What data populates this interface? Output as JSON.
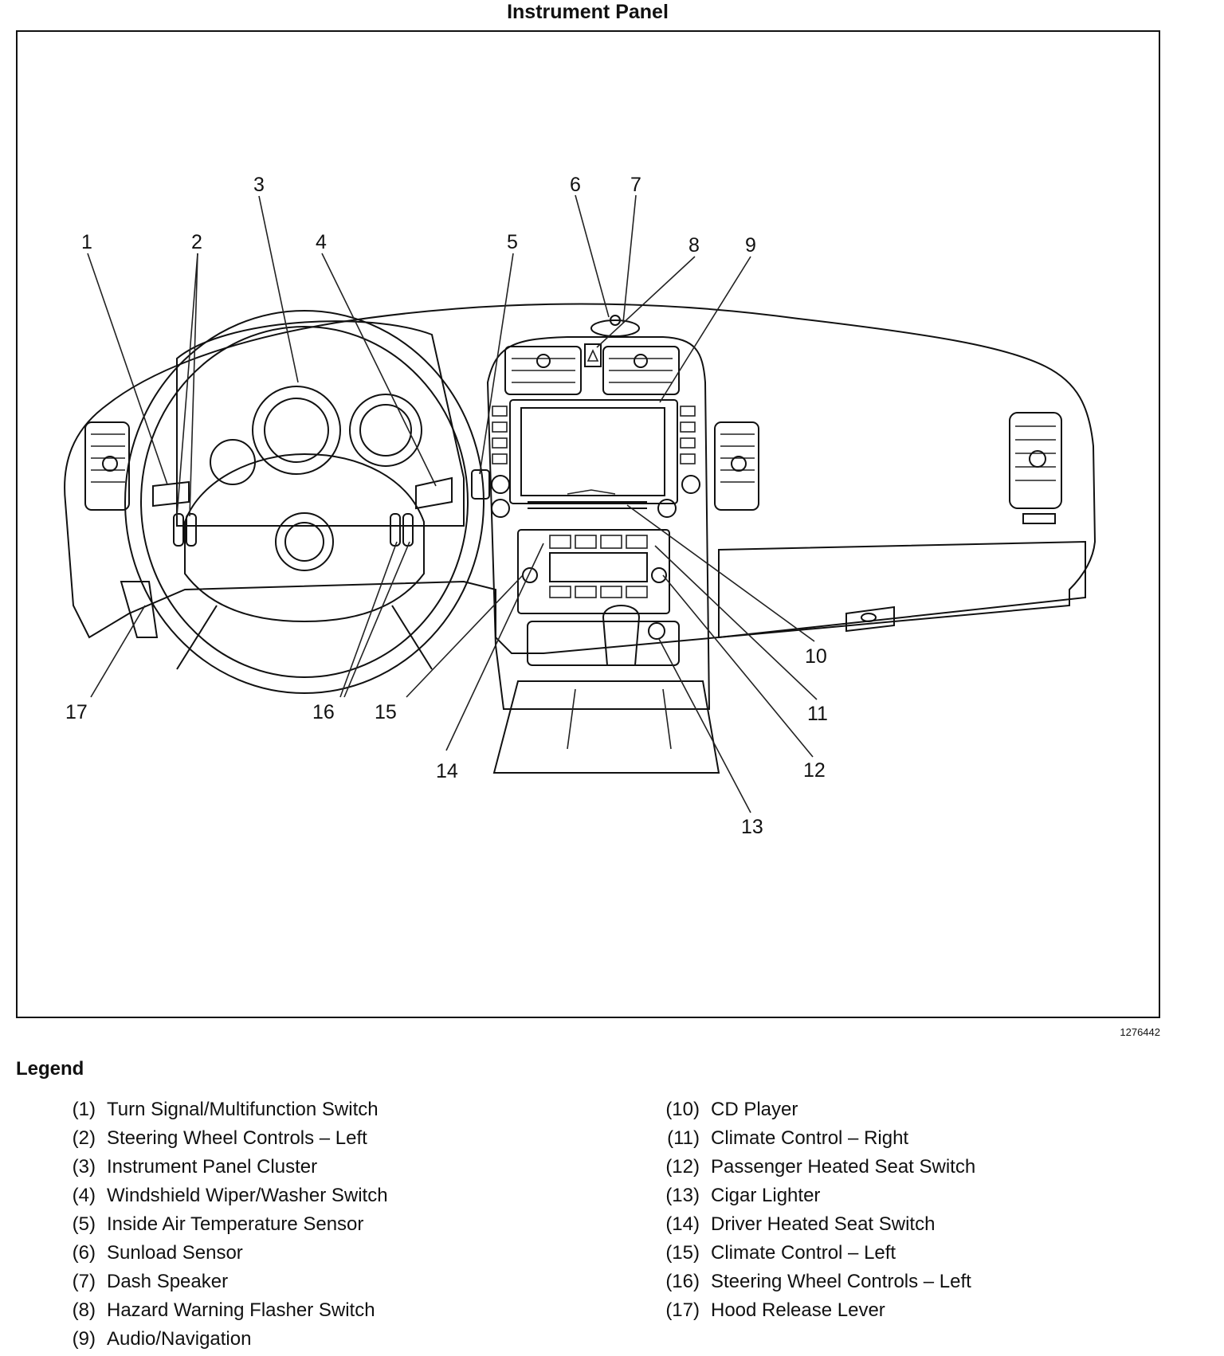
{
  "title": "Instrument Panel",
  "figure_id": "1276442",
  "legend_title": "Legend",
  "callouts": [
    "1",
    "2",
    "3",
    "4",
    "5",
    "6",
    "7",
    "8",
    "9",
    "10",
    "11",
    "12",
    "13",
    "14",
    "15",
    "16",
    "17"
  ],
  "legend": [
    {
      "num": "(1)",
      "label": "Turn Signal/Multifunction Switch"
    },
    {
      "num": "(2)",
      "label": "Steering Wheel Controls – Left"
    },
    {
      "num": "(3)",
      "label": "Instrument Panel Cluster"
    },
    {
      "num": "(4)",
      "label": "Windshield Wiper/Washer Switch"
    },
    {
      "num": "(5)",
      "label": "Inside Air Temperature Sensor"
    },
    {
      "num": "(6)",
      "label": "Sunload Sensor"
    },
    {
      "num": "(7)",
      "label": "Dash Speaker"
    },
    {
      "num": "(8)",
      "label": "Hazard Warning Flasher Switch"
    },
    {
      "num": "(9)",
      "label": "Audio/Navigation"
    },
    {
      "num": "(10)",
      "label": "CD Player"
    },
    {
      "num": "(11)",
      "label": "Climate Control – Right"
    },
    {
      "num": "(12)",
      "label": "Passenger Heated Seat Switch"
    },
    {
      "num": "(13)",
      "label": "Cigar Lighter"
    },
    {
      "num": "(14)",
      "label": "Driver Heated Seat Switch"
    },
    {
      "num": "(15)",
      "label": "Climate Control – Left"
    },
    {
      "num": "(16)",
      "label": "Steering Wheel Controls – Left"
    },
    {
      "num": "(17)",
      "label": "Hood Release Lever"
    }
  ]
}
